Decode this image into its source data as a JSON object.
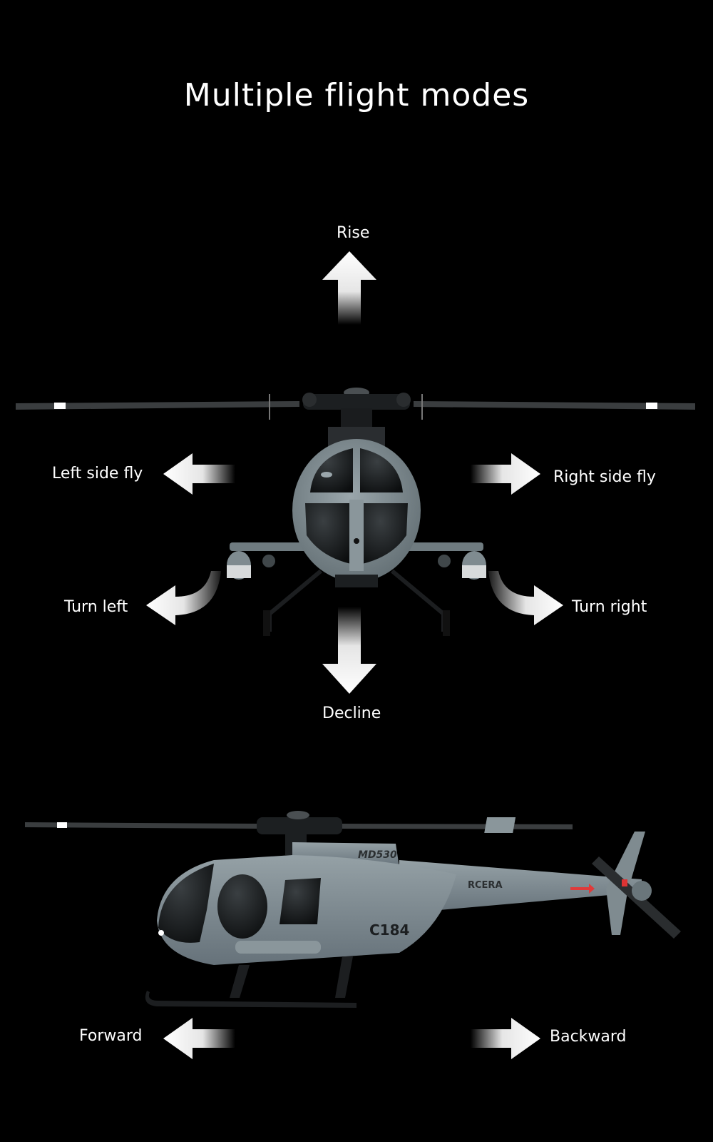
{
  "title": "Multiple flight modes",
  "front_view": {
    "rise_label": "Rise",
    "decline_label": "Decline",
    "left_side_label": "Left side fly",
    "right_side_label": "Right side fly",
    "turn_left_label": "Turn left",
    "turn_right_label": "Turn right"
  },
  "side_view": {
    "forward_label": "Forward",
    "backward_label": "Backward",
    "model_text": "MD530",
    "brand_text": "RCERA",
    "code_text": "C184"
  },
  "colors": {
    "background": "#000000",
    "body": "#7d8a90",
    "arrow": "#ffffff"
  }
}
